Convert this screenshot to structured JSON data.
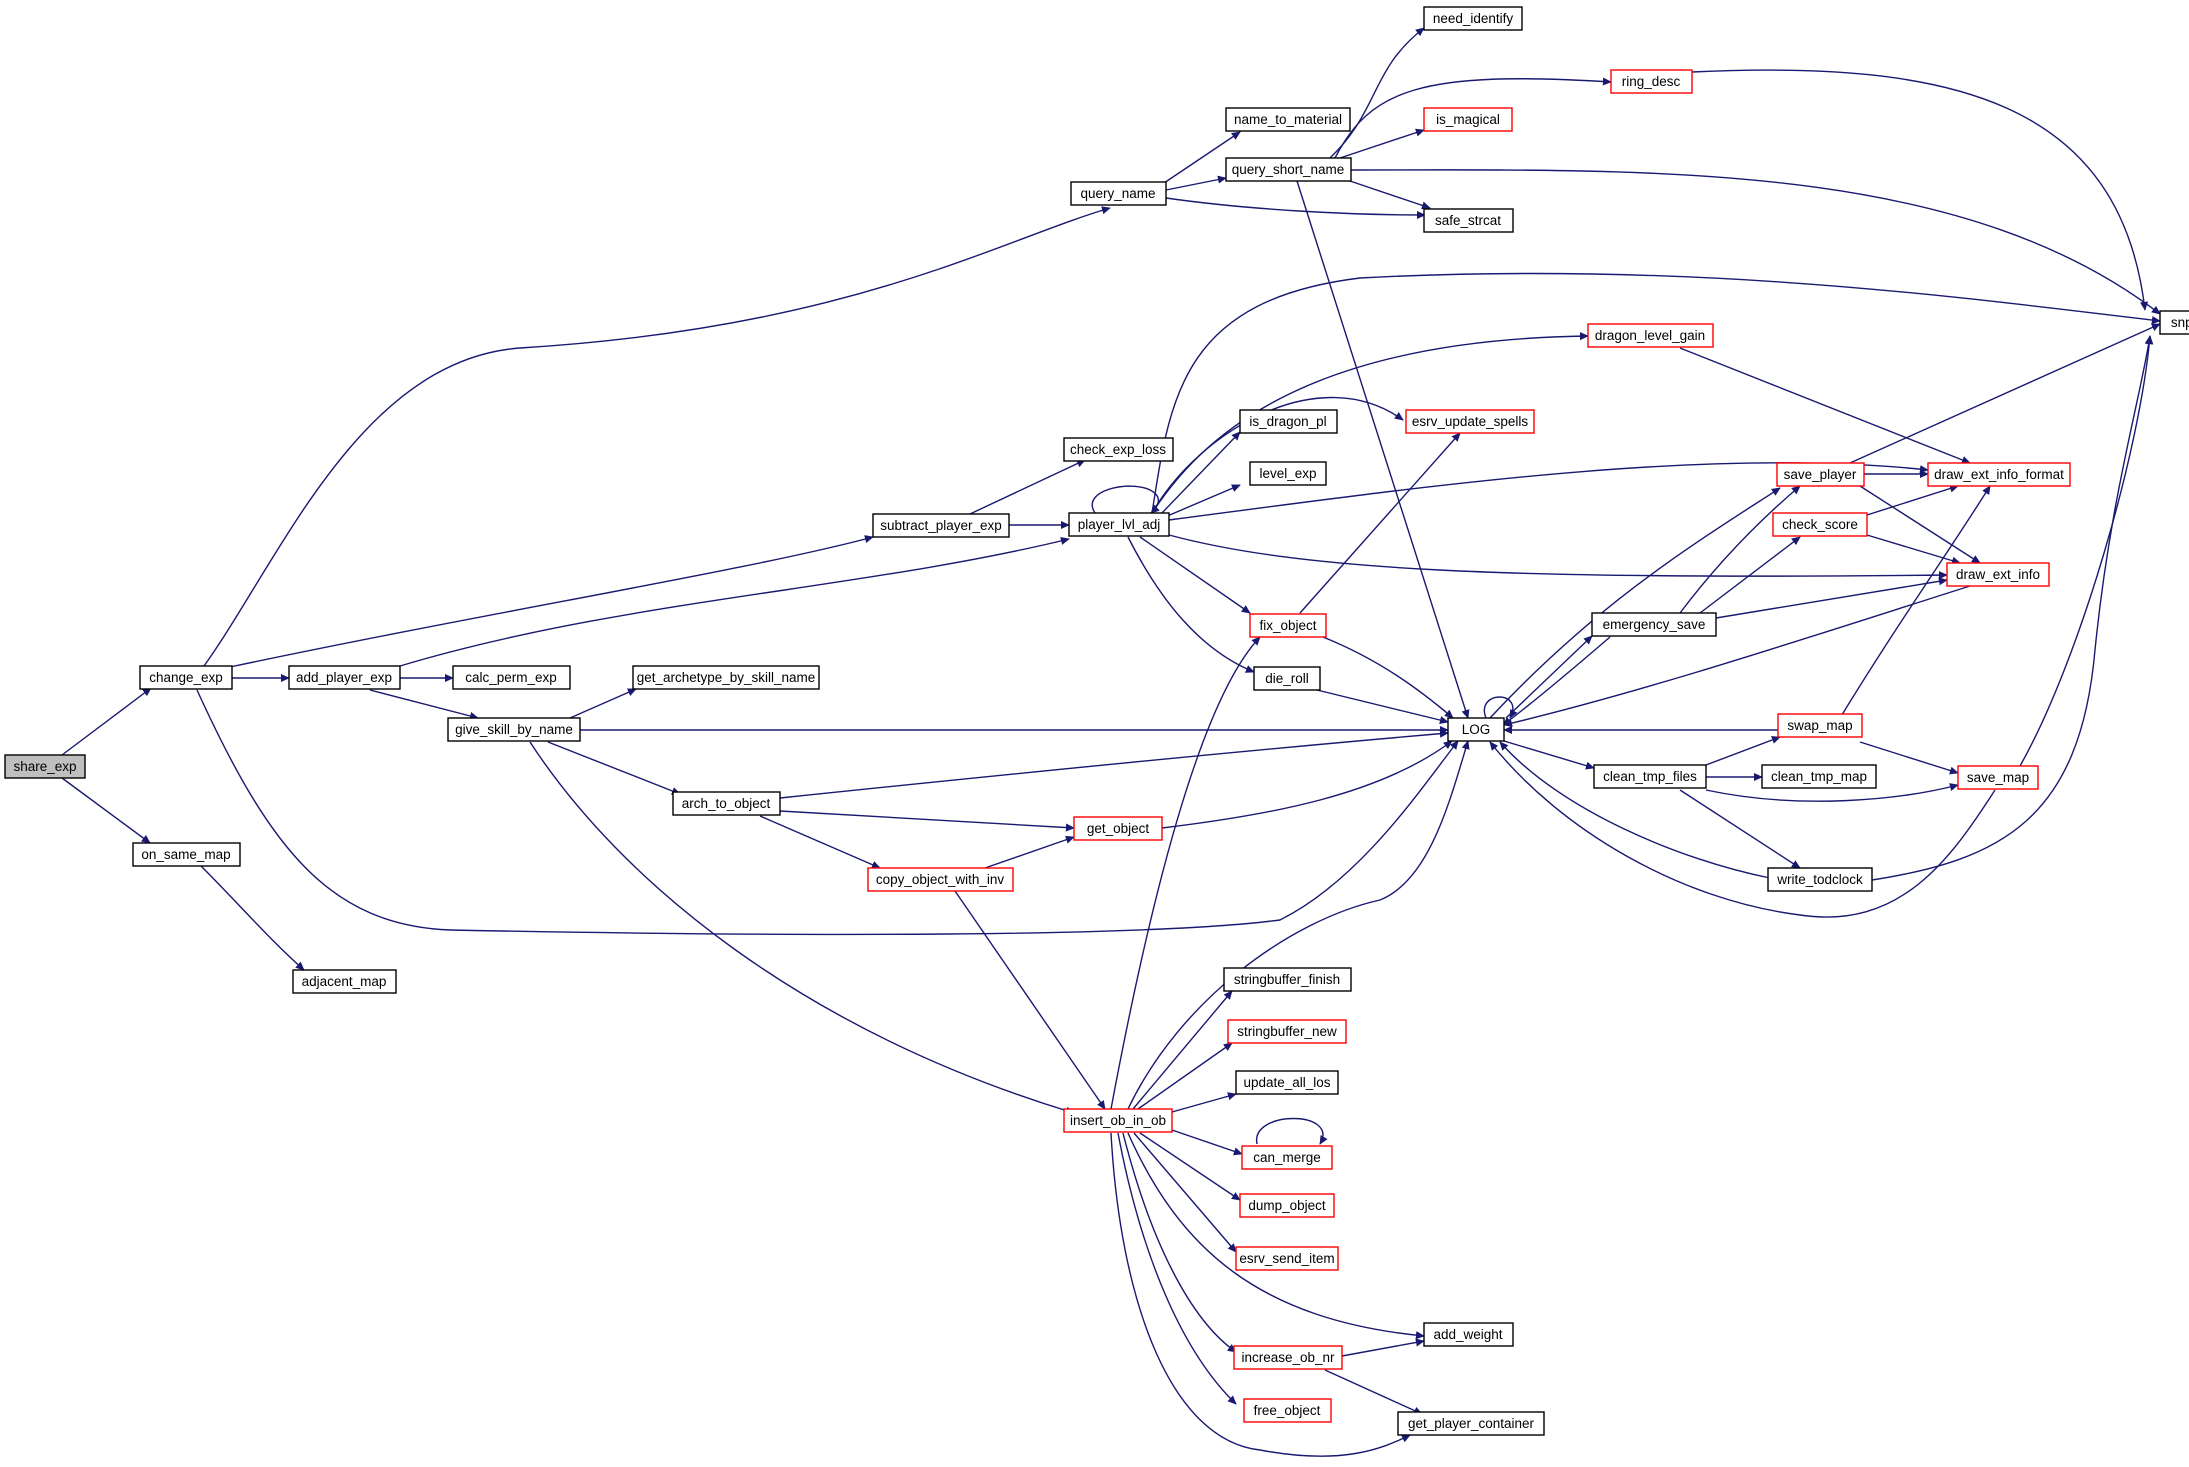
{
  "title": "share_exp call graph",
  "colors": {
    "edge": "#191970",
    "node_border": "#000000",
    "truncated_border": "#ff0000",
    "root_fill": "#bfbfbf"
  },
  "nodes": [
    {
      "id": "share_exp",
      "label": "share_exp",
      "style": "root"
    },
    {
      "id": "change_exp",
      "label": "change_exp",
      "style": "normal"
    },
    {
      "id": "on_same_map",
      "label": "on_same_map",
      "style": "normal"
    },
    {
      "id": "adjacent_map",
      "label": "adjacent_map",
      "style": "normal"
    },
    {
      "id": "add_player_exp",
      "label": "add_player_exp",
      "style": "normal"
    },
    {
      "id": "calc_perm_exp",
      "label": "calc_perm_exp",
      "style": "normal"
    },
    {
      "id": "give_skill_by_name",
      "label": "give_skill_by_name",
      "style": "normal"
    },
    {
      "id": "get_archetype_by_skill_name",
      "label": "get_archetype_by_skill_name",
      "style": "normal"
    },
    {
      "id": "arch_to_object",
      "label": "arch_to_object",
      "style": "normal"
    },
    {
      "id": "get_object",
      "label": "get_object",
      "style": "truncated"
    },
    {
      "id": "copy_object_with_inv",
      "label": "copy_object_with_inv",
      "style": "truncated"
    },
    {
      "id": "insert_ob_in_ob",
      "label": "insert_ob_in_ob",
      "style": "truncated"
    },
    {
      "id": "subtract_player_exp",
      "label": "subtract_player_exp",
      "style": "normal"
    },
    {
      "id": "check_exp_loss",
      "label": "check_exp_loss",
      "style": "normal"
    },
    {
      "id": "player_lvl_adj",
      "label": "player_lvl_adj",
      "style": "normal"
    },
    {
      "id": "query_name",
      "label": "query_name",
      "style": "normal"
    },
    {
      "id": "name_to_material",
      "label": "name_to_material",
      "style": "normal"
    },
    {
      "id": "query_short_name",
      "label": "query_short_name",
      "style": "normal"
    },
    {
      "id": "need_identify",
      "label": "need_identify",
      "style": "normal"
    },
    {
      "id": "ring_desc",
      "label": "ring_desc",
      "style": "truncated"
    },
    {
      "id": "is_magical",
      "label": "is_magical",
      "style": "truncated"
    },
    {
      "id": "safe_strcat",
      "label": "safe_strcat",
      "style": "normal"
    },
    {
      "id": "snprintf",
      "label": "snprintf",
      "style": "normal"
    },
    {
      "id": "dragon_level_gain",
      "label": "dragon_level_gain",
      "style": "truncated"
    },
    {
      "id": "esrv_update_spells",
      "label": "esrv_update_spells",
      "style": "truncated"
    },
    {
      "id": "is_dragon_pl",
      "label": "is_dragon_pl",
      "style": "normal"
    },
    {
      "id": "level_exp",
      "label": "level_exp",
      "style": "normal"
    },
    {
      "id": "fix_object",
      "label": "fix_object",
      "style": "truncated"
    },
    {
      "id": "die_roll",
      "label": "die_roll",
      "style": "normal"
    },
    {
      "id": "LOG",
      "label": "LOG",
      "style": "normal"
    },
    {
      "id": "save_player",
      "label": "save_player",
      "style": "truncated"
    },
    {
      "id": "draw_ext_info_format",
      "label": "draw_ext_info_format",
      "style": "truncated"
    },
    {
      "id": "check_score",
      "label": "check_score",
      "style": "truncated"
    },
    {
      "id": "draw_ext_info",
      "label": "draw_ext_info",
      "style": "truncated"
    },
    {
      "id": "emergency_save",
      "label": "emergency_save",
      "style": "normal"
    },
    {
      "id": "swap_map",
      "label": "swap_map",
      "style": "truncated"
    },
    {
      "id": "save_map",
      "label": "save_map",
      "style": "truncated"
    },
    {
      "id": "clean_tmp_files",
      "label": "clean_tmp_files",
      "style": "normal"
    },
    {
      "id": "clean_tmp_map",
      "label": "clean_tmp_map",
      "style": "normal"
    },
    {
      "id": "write_todclock",
      "label": "write_todclock",
      "style": "normal"
    },
    {
      "id": "stringbuffer_finish",
      "label": "stringbuffer_finish",
      "style": "normal"
    },
    {
      "id": "stringbuffer_new",
      "label": "stringbuffer_new",
      "style": "truncated"
    },
    {
      "id": "update_all_los",
      "label": "update_all_los",
      "style": "normal"
    },
    {
      "id": "can_merge",
      "label": "can_merge",
      "style": "truncated"
    },
    {
      "id": "dump_object",
      "label": "dump_object",
      "style": "truncated"
    },
    {
      "id": "esrv_send_item",
      "label": "esrv_send_item",
      "style": "truncated"
    },
    {
      "id": "add_weight",
      "label": "add_weight",
      "style": "normal"
    },
    {
      "id": "increase_ob_nr",
      "label": "increase_ob_nr",
      "style": "truncated"
    },
    {
      "id": "free_object",
      "label": "free_object",
      "style": "truncated"
    },
    {
      "id": "get_player_container",
      "label": "get_player_container",
      "style": "normal"
    }
  ]
}
